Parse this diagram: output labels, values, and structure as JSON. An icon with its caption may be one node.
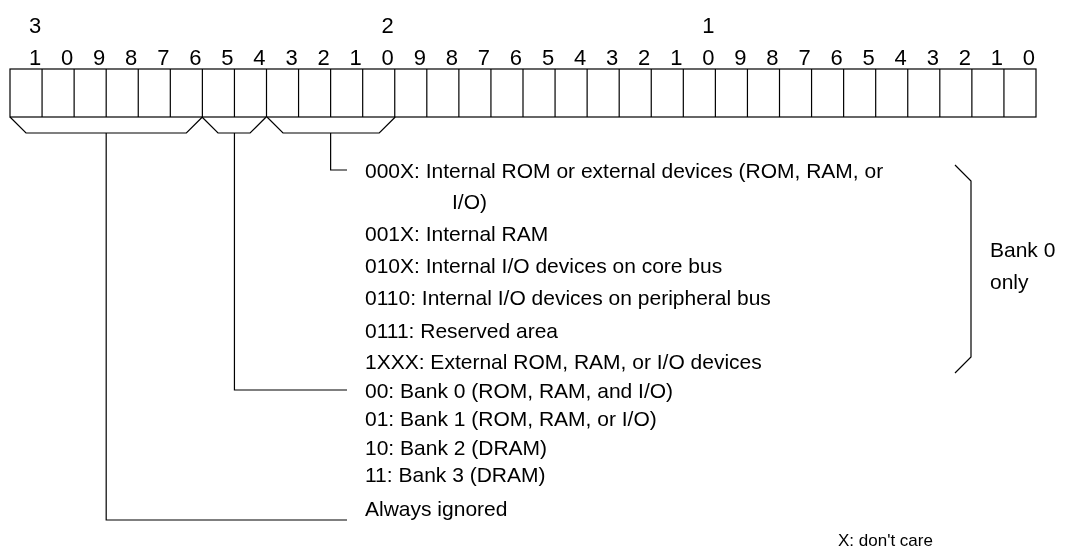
{
  "diagram": {
    "nodes": [
      {
        "text": [],
        "shape": "bracket"
      },
      {
        "text": [],
        "shape": "bracket"
      },
      {
        "text": [],
        "shape": "bracket"
      },
      {
        "text": [
          "000X: Internal ROM or external devices (ROM, RAM, or I/O)"
        ]
      },
      {
        "text": [
          "00: Bank 0 (ROM, RAM, and I/O)"
        ]
      },
      {
        "text": [
          "Always ignored"
        ]
      }
    ],
    "edges": [
      {
        "from": 3,
        "to": 2,
        "arrow": "none"
      },
      {
        "from": 4,
        "to": 1,
        "arrow": "none"
      },
      {
        "from": 5,
        "to": 0,
        "arrow": "none"
      }
    ],
    "labels": [
      "3",
      "2",
      "1",
      "1",
      "0",
      "9",
      "8",
      "7",
      "6",
      "5",
      "4",
      "3",
      "2",
      "1",
      "0",
      "9",
      "8",
      "7",
      "6",
      "5",
      "4",
      "3",
      "2",
      "1",
      "0",
      "9",
      "8",
      "7",
      "6",
      "5",
      "4",
      "3",
      "2",
      "1",
      "0",
      "001X: Internal RAM",
      "010X: Internal I/O devices on core bus",
      "0110: Internal I/O devices on peripheral bus",
      "0111: Reserved area",
      "1XXX: External ROM, RAM, or I/O devices",
      "Bank 0 only",
      "01: Bank 1 (ROM, RAM, or I/O)",
      "10: Bank 2 (DRAM)",
      "11: Bank 3 (DRAM)",
      "X: don't care"
    ]
  }
}
